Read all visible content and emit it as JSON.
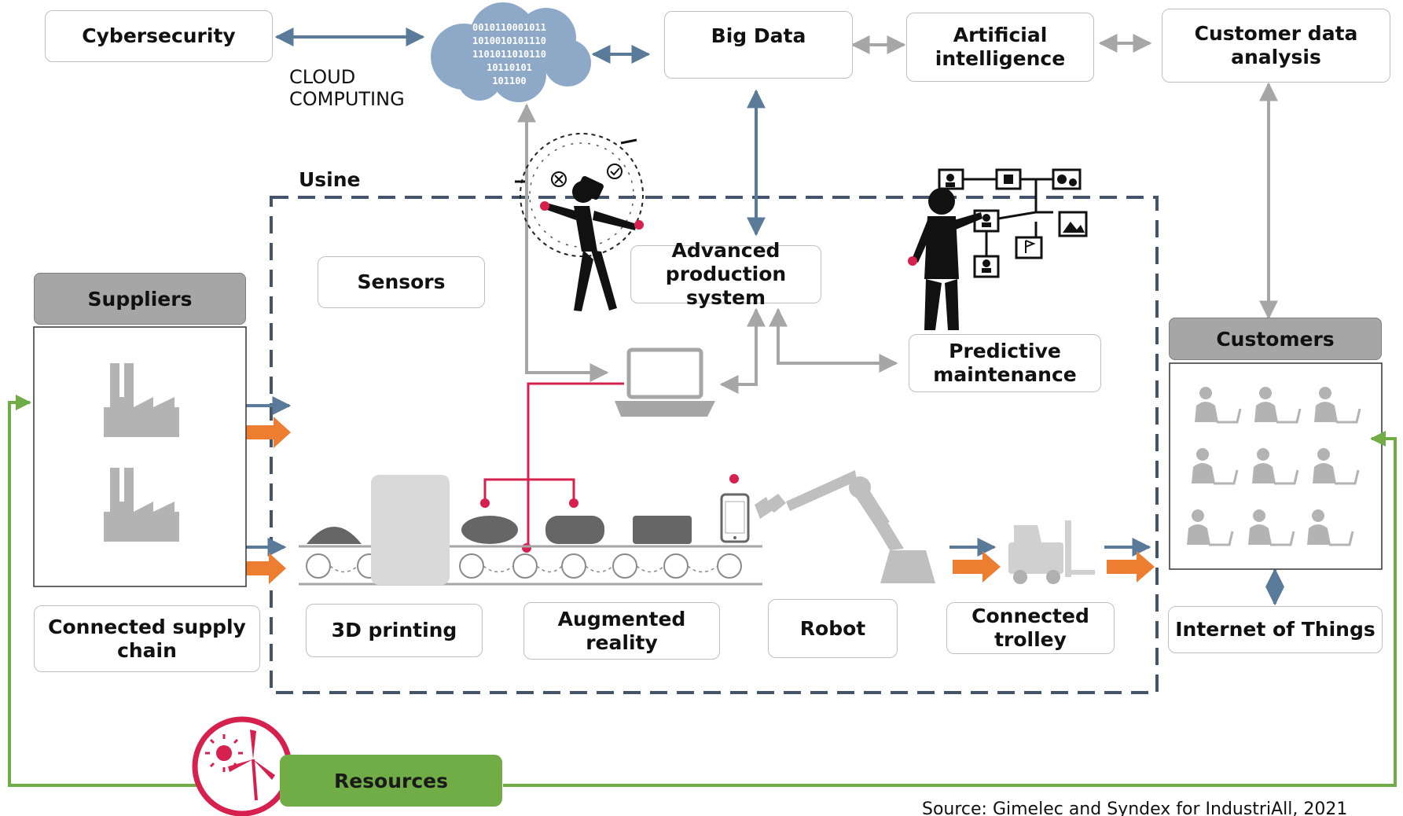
{
  "labels": {
    "cybersecurity": "Cybersecurity",
    "cloud_computing_line1": "CLOUD",
    "cloud_computing_line2": "COMPUTING",
    "big_data": "Big Data",
    "artificial_intelligence": "Artificial intelligence",
    "customer_data_analysis": "Customer data analysis",
    "usine": "Usine",
    "sensors": "Sensors",
    "advanced_production_system": "Advanced production system",
    "predictive_maintenance": "Predictive maintenance",
    "suppliers": "Suppliers",
    "customers": "Customers",
    "connected_supply_chain": "Connected supply chain",
    "printing_3d": "3D printing",
    "augmented_reality": "Augmented reality",
    "robot": "Robot",
    "connected_trolley": "Connected trolley",
    "internet_of_things": "Internet of Things",
    "resources": "Resources",
    "source": "Source: Gimelec and Syndex for IndustriAll, 2021"
  },
  "cloud_binary": [
    "0010110001011",
    "1010010101110",
    "1101011010110",
    "10110101",
    "101100"
  ],
  "icons": [
    "cloud-icon",
    "factory-icon",
    "vr-person-icon",
    "presenter-icon",
    "laptop-icon",
    "robot-arm-icon",
    "forklift-icon",
    "smartphone-icon",
    "customer-icon",
    "wind-solar-icon"
  ],
  "colors": {
    "arrow_blue": "#5a7a9a",
    "arrow_grey": "#a6a6a6",
    "arrow_orange": "#ed7d31",
    "loop_green": "#70ad47",
    "sensor_red": "#d6204e",
    "frame_dash": "#44546a",
    "cloud_fill": "#8ea9c8"
  }
}
